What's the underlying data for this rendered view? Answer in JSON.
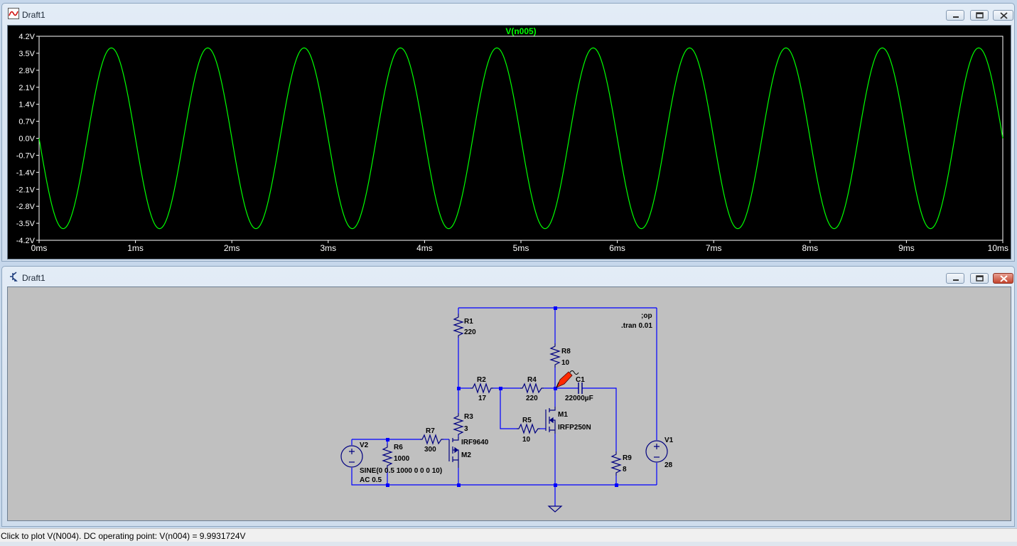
{
  "waveform_window": {
    "title": "Draft1",
    "trace_label": "V(n005)",
    "colors": {
      "background": "#000000",
      "trace": "#00ff00",
      "axis_text": "#ffffff",
      "frame": "#ffffff"
    }
  },
  "chart_data": {
    "type": "line",
    "title": "V(n005)",
    "xlabel": "",
    "ylabel": "",
    "xlim": [
      0,
      10
    ],
    "ylim": [
      -4.2,
      4.2
    ],
    "x_unit": "ms",
    "y_unit": "V",
    "x_ticks": [
      "0ms",
      "1ms",
      "2ms",
      "3ms",
      "4ms",
      "5ms",
      "6ms",
      "7ms",
      "8ms",
      "9ms",
      "10ms"
    ],
    "y_ticks": [
      "4.2V",
      "3.5V",
      "2.8V",
      "2.1V",
      "1.4V",
      "0.7V",
      "0.0V",
      "-0.7V",
      "-1.4V",
      "-2.1V",
      "-2.8V",
      "-3.5V",
      "-4.2V"
    ],
    "grid": false,
    "series": [
      {
        "name": "V(n005)",
        "color": "#00ff00",
        "waveform": "sine",
        "amplitude": 3.72,
        "offset": 0.0,
        "frequency_khz": 1.0,
        "phase": "inverted"
      }
    ]
  },
  "schematic_window": {
    "title": "Draft1",
    "colors": {
      "background": "#c0c0c0",
      "wire": "#0000ff",
      "component": "#000080",
      "text": "#000000",
      "probe": "#ff0000"
    },
    "directives": [
      ";op",
      ".tran 0.01"
    ],
    "components": [
      {
        "ref": "R1",
        "value": "220"
      },
      {
        "ref": "R2",
        "value": "17"
      },
      {
        "ref": "R3",
        "value": "3"
      },
      {
        "ref": "R4",
        "value": "220"
      },
      {
        "ref": "R5",
        "value": "10"
      },
      {
        "ref": "R6",
        "value": "1000"
      },
      {
        "ref": "R7",
        "value": "300"
      },
      {
        "ref": "R8",
        "value": "10"
      },
      {
        "ref": "R9",
        "value": "8"
      },
      {
        "ref": "C1",
        "value": "22000µF"
      },
      {
        "ref": "M1",
        "value": "IRFP250N"
      },
      {
        "ref": "M2",
        "value": "IRF9640"
      },
      {
        "ref": "V1",
        "value": "28"
      },
      {
        "ref": "V2",
        "value": "SINE(0 0.5 1000 0 0 0 10)",
        "value2": "AC 0.5"
      }
    ]
  },
  "statusbar": {
    "text": "Click to plot V(N004).  DC operating point: V(n004) = 9.9931724V"
  }
}
